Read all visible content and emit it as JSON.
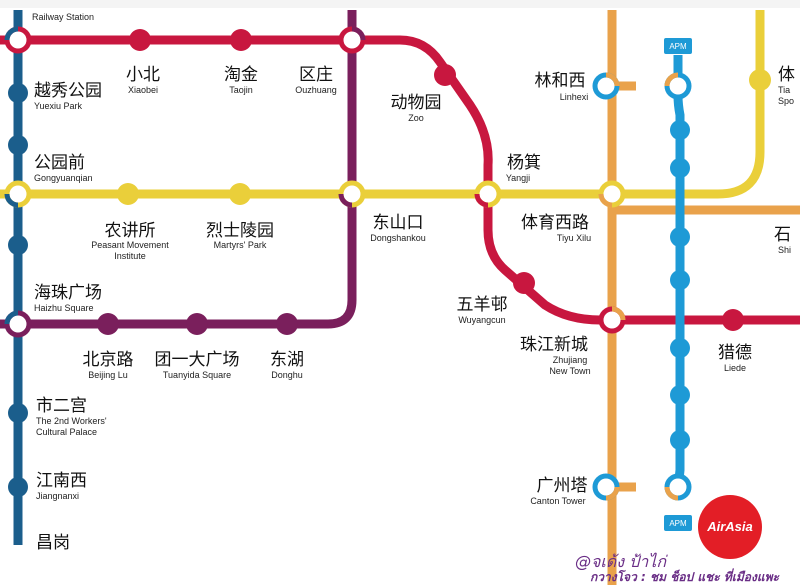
{
  "colors": {
    "line_blue_dark": "#1b5e8c",
    "line_red": "#c8173f",
    "line_purple": "#7a1f5c",
    "line_yellow": "#eacf3a",
    "line_orange": "#e9a24b",
    "line_apm": "#1e9ad6",
    "airasia_red": "#e31e26"
  },
  "stations": {
    "railway_station": {
      "en": "Railway Station"
    },
    "yuexiu_park": {
      "cn": "越秀公园",
      "en": "Yuexiu Park"
    },
    "gongyuanqian": {
      "cn": "公园前",
      "en": "Gongyuanqian"
    },
    "haizhu_square": {
      "cn": "海珠广场",
      "en": "Haizhu Square"
    },
    "shiergong": {
      "cn": "市二宫",
      "en1": "The 2nd Workers'",
      "en2": "Cultural Palace"
    },
    "jiangnanxi": {
      "cn": "江南西",
      "en": "Jiangnanxi"
    },
    "changgang": {
      "cn": "昌岗"
    },
    "xiaobei": {
      "cn": "小北",
      "en": "Xiaobei"
    },
    "taojin": {
      "cn": "淘金",
      "en": "Taojin"
    },
    "ouzhuang": {
      "cn": "区庄",
      "en": "Ouzhuang"
    },
    "zoo": {
      "cn": "动物园",
      "en": "Zoo"
    },
    "yangji": {
      "cn": "杨箕",
      "en": "Yangji"
    },
    "nongjiangsuo": {
      "cn": "农讲所",
      "en1": "Peasant Movement",
      "en2": "Institute"
    },
    "lieshilingyuan": {
      "cn": "烈士陵园",
      "en": "Martyrs' Park"
    },
    "dongshankou": {
      "cn": "东山口",
      "en": "Dongshankou"
    },
    "beijing_lu": {
      "cn": "北京路",
      "en": "Beijing Lu"
    },
    "tuanyida_square": {
      "cn": "团一大广场",
      "en": "Tuanyida Square"
    },
    "donghu": {
      "cn": "东湖",
      "en": "Donghu"
    },
    "wuyangcun": {
      "cn": "五羊邨",
      "en": "Wuyangcun"
    },
    "tiyu_xilu": {
      "cn": "体育西路",
      "en": "Tiyu Xilu"
    },
    "zhujiang_new_town": {
      "cn": "珠江新城",
      "en1": "Zhujiang",
      "en2": "New Town"
    },
    "liede": {
      "cn": "猎德",
      "en": "Liede"
    },
    "linhexi": {
      "cn": "林和西",
      "en": "Linhexi"
    },
    "canton_tower": {
      "cn": "广州塔",
      "en": "Canton Tower"
    },
    "tianhe_partial": {
      "cn": "体",
      "en1": "Tia",
      "en2": "Spo"
    },
    "shipai_partial": {
      "cn": "石",
      "en": "Shi"
    }
  },
  "apm_badges": [
    "APM",
    "APM"
  ],
  "logo": {
    "text": "AirAsia"
  },
  "watermark": {
    "line1": "@จเด้ง ป้าไก่",
    "line2": "กวางโจว : ชม ช็อป แชะ ที่เมืองแพะ"
  }
}
